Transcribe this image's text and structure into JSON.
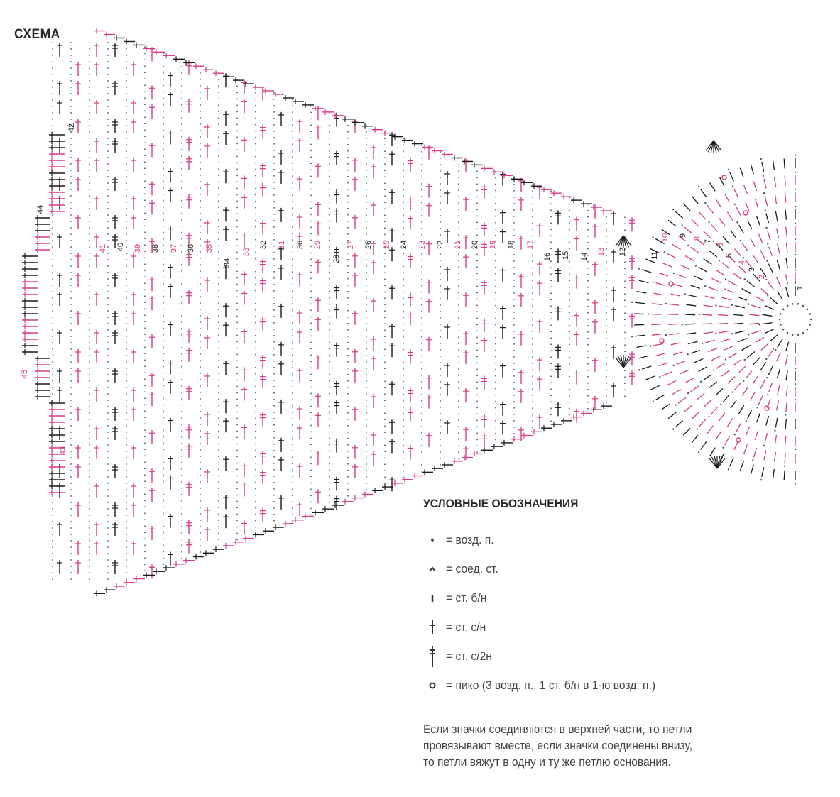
{
  "title": "СХЕМА",
  "row_numbers": [
    "1",
    "2",
    "3",
    "4",
    "5",
    "6",
    "7",
    "8",
    "9",
    "10",
    "11",
    "12",
    "13",
    "14",
    "15",
    "16",
    "17",
    "18",
    "19",
    "20",
    "21",
    "22",
    "23",
    "24",
    "25",
    "26",
    "27",
    "28",
    "29",
    "30",
    "31",
    "32",
    "33",
    "34",
    "35",
    "36",
    "37",
    "38",
    "39",
    "40",
    "41",
    "42",
    "43",
    "44",
    "45"
  ],
  "colors": {
    "pink": "#d63a86",
    "black": "#1a1a1a",
    "dots": "#555555"
  },
  "legend": {
    "title": "УСЛОВНЫЕ ОБОЗНАЧЕНИЯ",
    "items": [
      {
        "icon": "chain-stitch-dot-icon",
        "label": "= возд. п."
      },
      {
        "icon": "slip-stitch-arc-icon",
        "label": "= соед. ст."
      },
      {
        "icon": "single-crochet-tick-icon",
        "label": "= ст. б/н"
      },
      {
        "icon": "double-crochet-icon",
        "label": "= ст. с/н"
      },
      {
        "icon": "treble-crochet-icon",
        "label": "= ст. с/2н"
      },
      {
        "icon": "picot-circle-icon",
        "label": "= пико (3 возд. п., 1 ст. б/н в 1-ю возд. п.)"
      }
    ]
  },
  "note": [
    "Если значки соединяются в верхней части, то петли",
    "провязывают вместе, если значки соединены внизу,",
    "то петли вяжут в одну и ту же петлю основания."
  ]
}
